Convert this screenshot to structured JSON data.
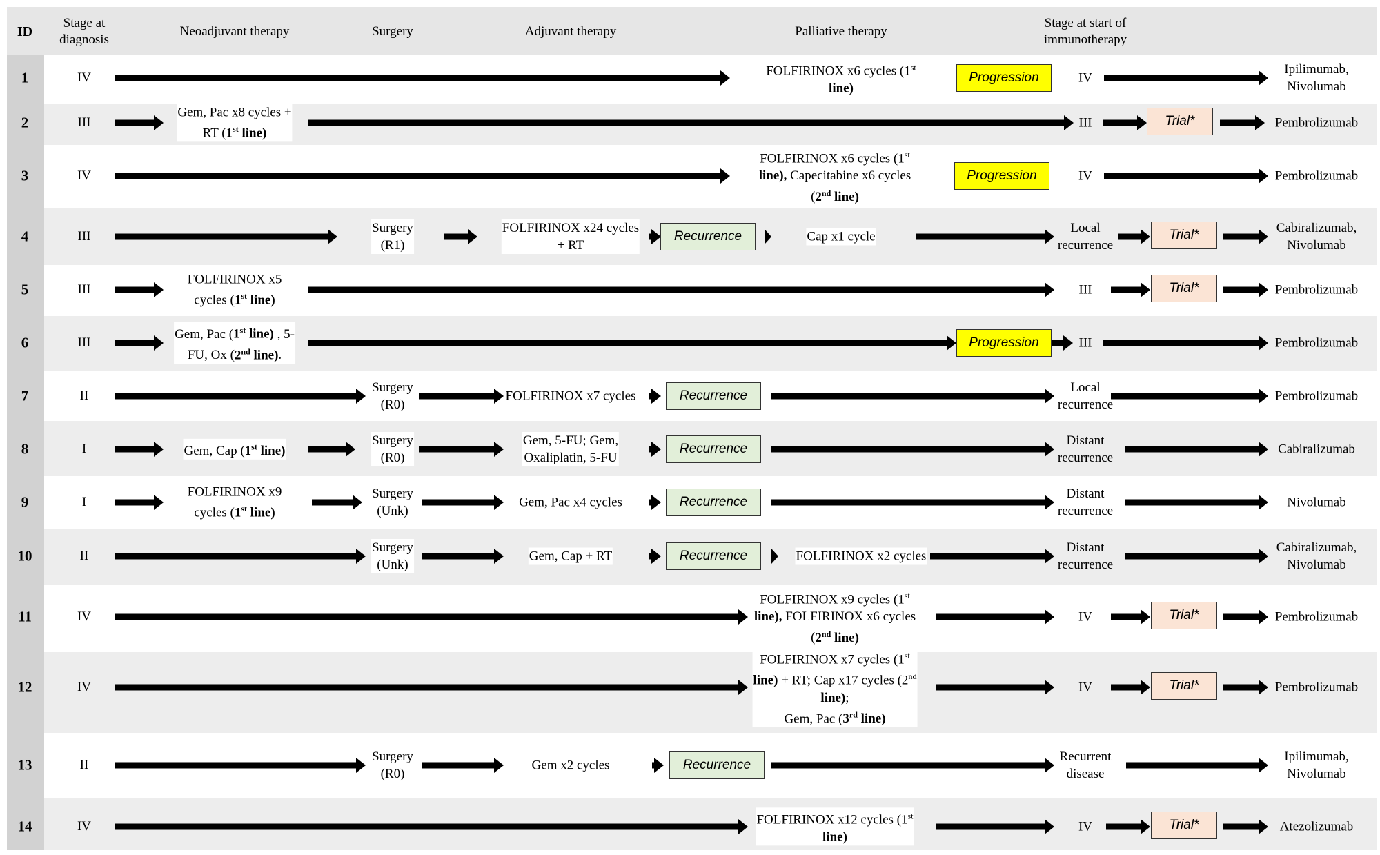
{
  "header": {
    "id": "ID",
    "stage_dx": [
      "Stage at",
      "diagnosis"
    ],
    "neoadjuvant": "Neoadjuvant therapy",
    "surgery": "Surgery",
    "adjuvant": "Adjuvant therapy",
    "palliative": "Palliative therapy",
    "stage_immuno": [
      "Stage at start of",
      "immunotherapy"
    ]
  },
  "box_labels": {
    "progression": "Progression",
    "recurrence": "Recurrence",
    "trial": "Trial*"
  },
  "rows": [
    {
      "id": "1",
      "stage": "IV",
      "palliative": [
        "FOLFIRINOX x6 cycles (1st",
        "line)"
      ],
      "event": "progression",
      "stage_immuno": [
        "IV"
      ],
      "trial": false,
      "immunotherapy": [
        "Ipilimumab,",
        "Nivolumab"
      ]
    },
    {
      "id": "2",
      "stage": "III",
      "neoadjuvant": [
        "Gem, Pac x8 cycles +",
        "RT (1st line)"
      ],
      "stage_immuno": [
        "III"
      ],
      "trial": true,
      "immunotherapy": [
        "Pembrolizumab"
      ]
    },
    {
      "id": "3",
      "stage": "IV",
      "palliative": [
        "FOLFIRINOX x6 cycles (1st",
        "line), Capecitabine x6 cycles",
        "(2nd line)"
      ],
      "event": "progression",
      "stage_immuno": [
        "IV"
      ],
      "trial": false,
      "immunotherapy": [
        "Pembrolizumab"
      ]
    },
    {
      "id": "4",
      "stage": "III",
      "surgery": [
        "Surgery",
        "(R1)"
      ],
      "adjuvant": [
        "FOLFIRINOX x24 cycles",
        "+ RT"
      ],
      "event": "recurrence",
      "palliative": [
        "Cap x1 cycle"
      ],
      "stage_immuno": [
        "Local",
        "recurrence"
      ],
      "trial": true,
      "immunotherapy": [
        "Cabiralizumab,",
        "Nivolumab"
      ]
    },
    {
      "id": "5",
      "stage": "III",
      "neoadjuvant": [
        "FOLFIRINOX x5",
        "cycles (1st line)"
      ],
      "stage_immuno": [
        "III"
      ],
      "trial": true,
      "immunotherapy": [
        "Pembrolizumab"
      ]
    },
    {
      "id": "6",
      "stage": "III",
      "neoadjuvant": [
        "Gem, Pac (1st line) , 5-",
        "FU, Ox (2nd line)."
      ],
      "event": "progression",
      "stage_immuno": [
        "III"
      ],
      "trial": false,
      "immunotherapy": [
        "Pembrolizumab"
      ]
    },
    {
      "id": "7",
      "stage": "II",
      "surgery": [
        "Surgery",
        "(R0)"
      ],
      "adjuvant": [
        "FOLFIRINOX x7 cycles"
      ],
      "event": "recurrence",
      "stage_immuno": [
        "Local",
        "recurrence"
      ],
      "trial": false,
      "immunotherapy": [
        "Pembrolizumab"
      ]
    },
    {
      "id": "8",
      "stage": "I",
      "neoadjuvant": [
        "Gem, Cap (1st line)"
      ],
      "surgery": [
        "Surgery",
        "(R0)"
      ],
      "adjuvant": [
        "Gem, 5-FU; Gem,",
        "Oxaliplatin, 5-FU"
      ],
      "event": "recurrence",
      "stage_immuno": [
        "Distant",
        "recurrence"
      ],
      "trial": false,
      "immunotherapy": [
        "Cabiralizumab"
      ]
    },
    {
      "id": "9",
      "stage": "I",
      "neoadjuvant": [
        "FOLFIRINOX x9",
        "cycles (1st line)"
      ],
      "surgery": [
        "Surgery",
        "(Unk)"
      ],
      "adjuvant": [
        "Gem, Pac x4 cycles"
      ],
      "event": "recurrence",
      "stage_immuno": [
        "Distant",
        "recurrence"
      ],
      "trial": false,
      "immunotherapy": [
        "Nivolumab"
      ]
    },
    {
      "id": "10",
      "stage": "II",
      "surgery": [
        "Surgery",
        "(Unk)"
      ],
      "adjuvant": [
        "Gem, Cap + RT"
      ],
      "event": "recurrence",
      "palliative": [
        "FOLFIRINOX x2 cycles"
      ],
      "stage_immuno": [
        "Distant",
        "recurrence"
      ],
      "trial": false,
      "immunotherapy": [
        "Cabiralizumab,",
        "Nivolumab"
      ]
    },
    {
      "id": "11",
      "stage": "IV",
      "palliative": [
        "FOLFIRINOX x9 cycles (1st",
        "line), FOLFIRINOX x6 cycles",
        "(2nd line)"
      ],
      "stage_immuno": [
        "IV"
      ],
      "trial": true,
      "immunotherapy": [
        "Pembrolizumab"
      ]
    },
    {
      "id": "12",
      "stage": "IV",
      "palliative": [
        "FOLFIRINOX x7 cycles (1st",
        "line) + RT; Cap x17 cycles (2nd",
        "line);",
        "Gem, Pac (3rd line)"
      ],
      "stage_immuno": [
        "IV"
      ],
      "trial": true,
      "immunotherapy": [
        "Pembrolizumab"
      ]
    },
    {
      "id": "13",
      "stage": "II",
      "surgery": [
        "Surgery",
        "(R0)"
      ],
      "adjuvant": [
        "Gem x2 cycles"
      ],
      "event": "recurrence",
      "stage_immuno": [
        "Recurrent",
        "disease"
      ],
      "trial": false,
      "immunotherapy": [
        "Ipilimumab,",
        "Nivolumab"
      ]
    },
    {
      "id": "14",
      "stage": "IV",
      "palliative": [
        "FOLFIRINOX x12 cycles (1st",
        "line)"
      ],
      "stage_immuno": [
        "IV"
      ],
      "trial": true,
      "immunotherapy": [
        "Atezolizumab"
      ]
    }
  ]
}
